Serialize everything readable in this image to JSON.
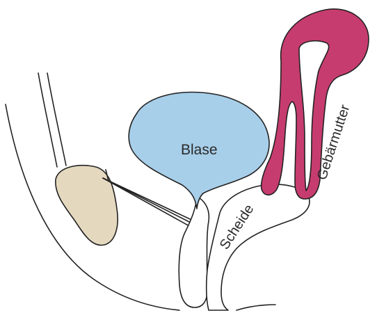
{
  "labels": {
    "bladder": "Blase",
    "vagina": "Scheide",
    "uterus": "Gebärmutter"
  },
  "colors": {
    "bladder": "#a8cfe9",
    "uterus": "#c73c6f",
    "bone": "#e4d8bf",
    "vagina": "#ffffff",
    "outline": "#222222"
  }
}
